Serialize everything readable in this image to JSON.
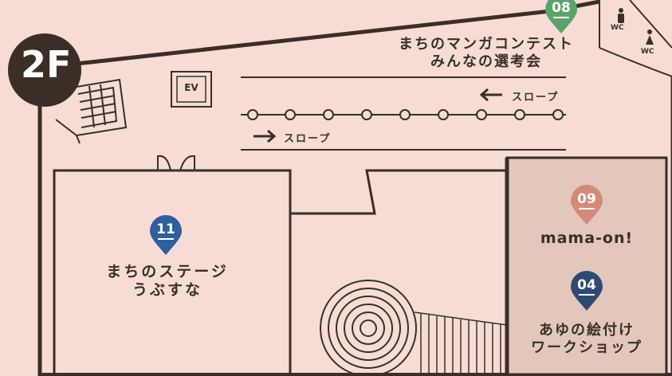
{
  "floor": {
    "label": "2F"
  },
  "booths": [
    {
      "id": "08",
      "title_lines": [
        "まちのマンガコンテスト",
        "みんなの選考会"
      ],
      "pin_color": "#5aa36a"
    },
    {
      "id": "09",
      "title_lines": [
        "mama-on!"
      ],
      "pin_color": "#d48a78"
    },
    {
      "id": "04",
      "title_lines": [
        "あゆの絵付け",
        "ワークショップ"
      ],
      "pin_color": "#2e4a73"
    },
    {
      "id": "11",
      "title_lines": [
        "まちのステージ",
        "うぶすな"
      ],
      "pin_color": "#2e5f9e"
    }
  ],
  "facilities": {
    "elevator": "EV",
    "restroom_1": "WC",
    "restroom_2": "WC"
  },
  "slopes": [
    {
      "label": "スロープ",
      "direction": "left"
    },
    {
      "label": "スロープ",
      "direction": "right"
    }
  ],
  "colors": {
    "background": "#f7dcd6",
    "ink": "#3a2e27",
    "booth_zone": "#e3c7bb"
  }
}
